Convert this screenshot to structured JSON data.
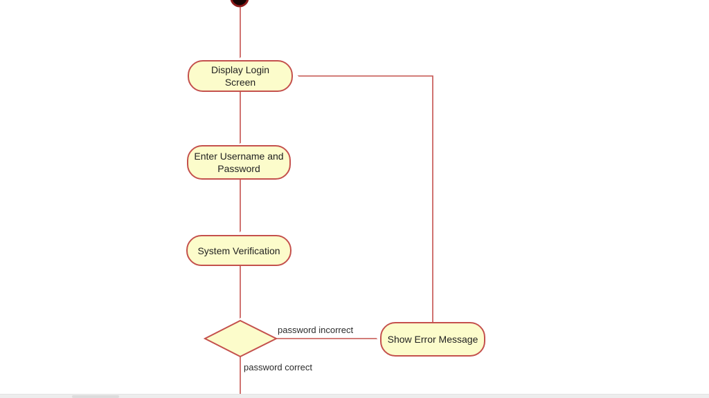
{
  "diagram": {
    "type": "uml-activity",
    "nodes": [
      {
        "id": "start",
        "type": "initial",
        "label": ""
      },
      {
        "id": "display_login",
        "type": "action",
        "label": "Display Login Screen"
      },
      {
        "id": "enter_credentials",
        "type": "action",
        "label": "Enter Username and Password"
      },
      {
        "id": "system_verification",
        "type": "action",
        "label": "System Verification"
      },
      {
        "id": "decision",
        "type": "decision",
        "label": ""
      },
      {
        "id": "show_error",
        "type": "action",
        "label": "Show Error Message"
      }
    ],
    "edge_labels": {
      "incorrect": "password incorrect",
      "correct": "password correct"
    },
    "colors": {
      "node_fill": "#fcfccb",
      "stroke": "#c4504c",
      "text": "#1f1f1f",
      "initial_node_fill": "#150303",
      "initial_node_ring": "#8b1a1a"
    }
  },
  "scrollbar": {
    "track_color": "#ededed",
    "thumb_color": "#dcdcdc"
  }
}
